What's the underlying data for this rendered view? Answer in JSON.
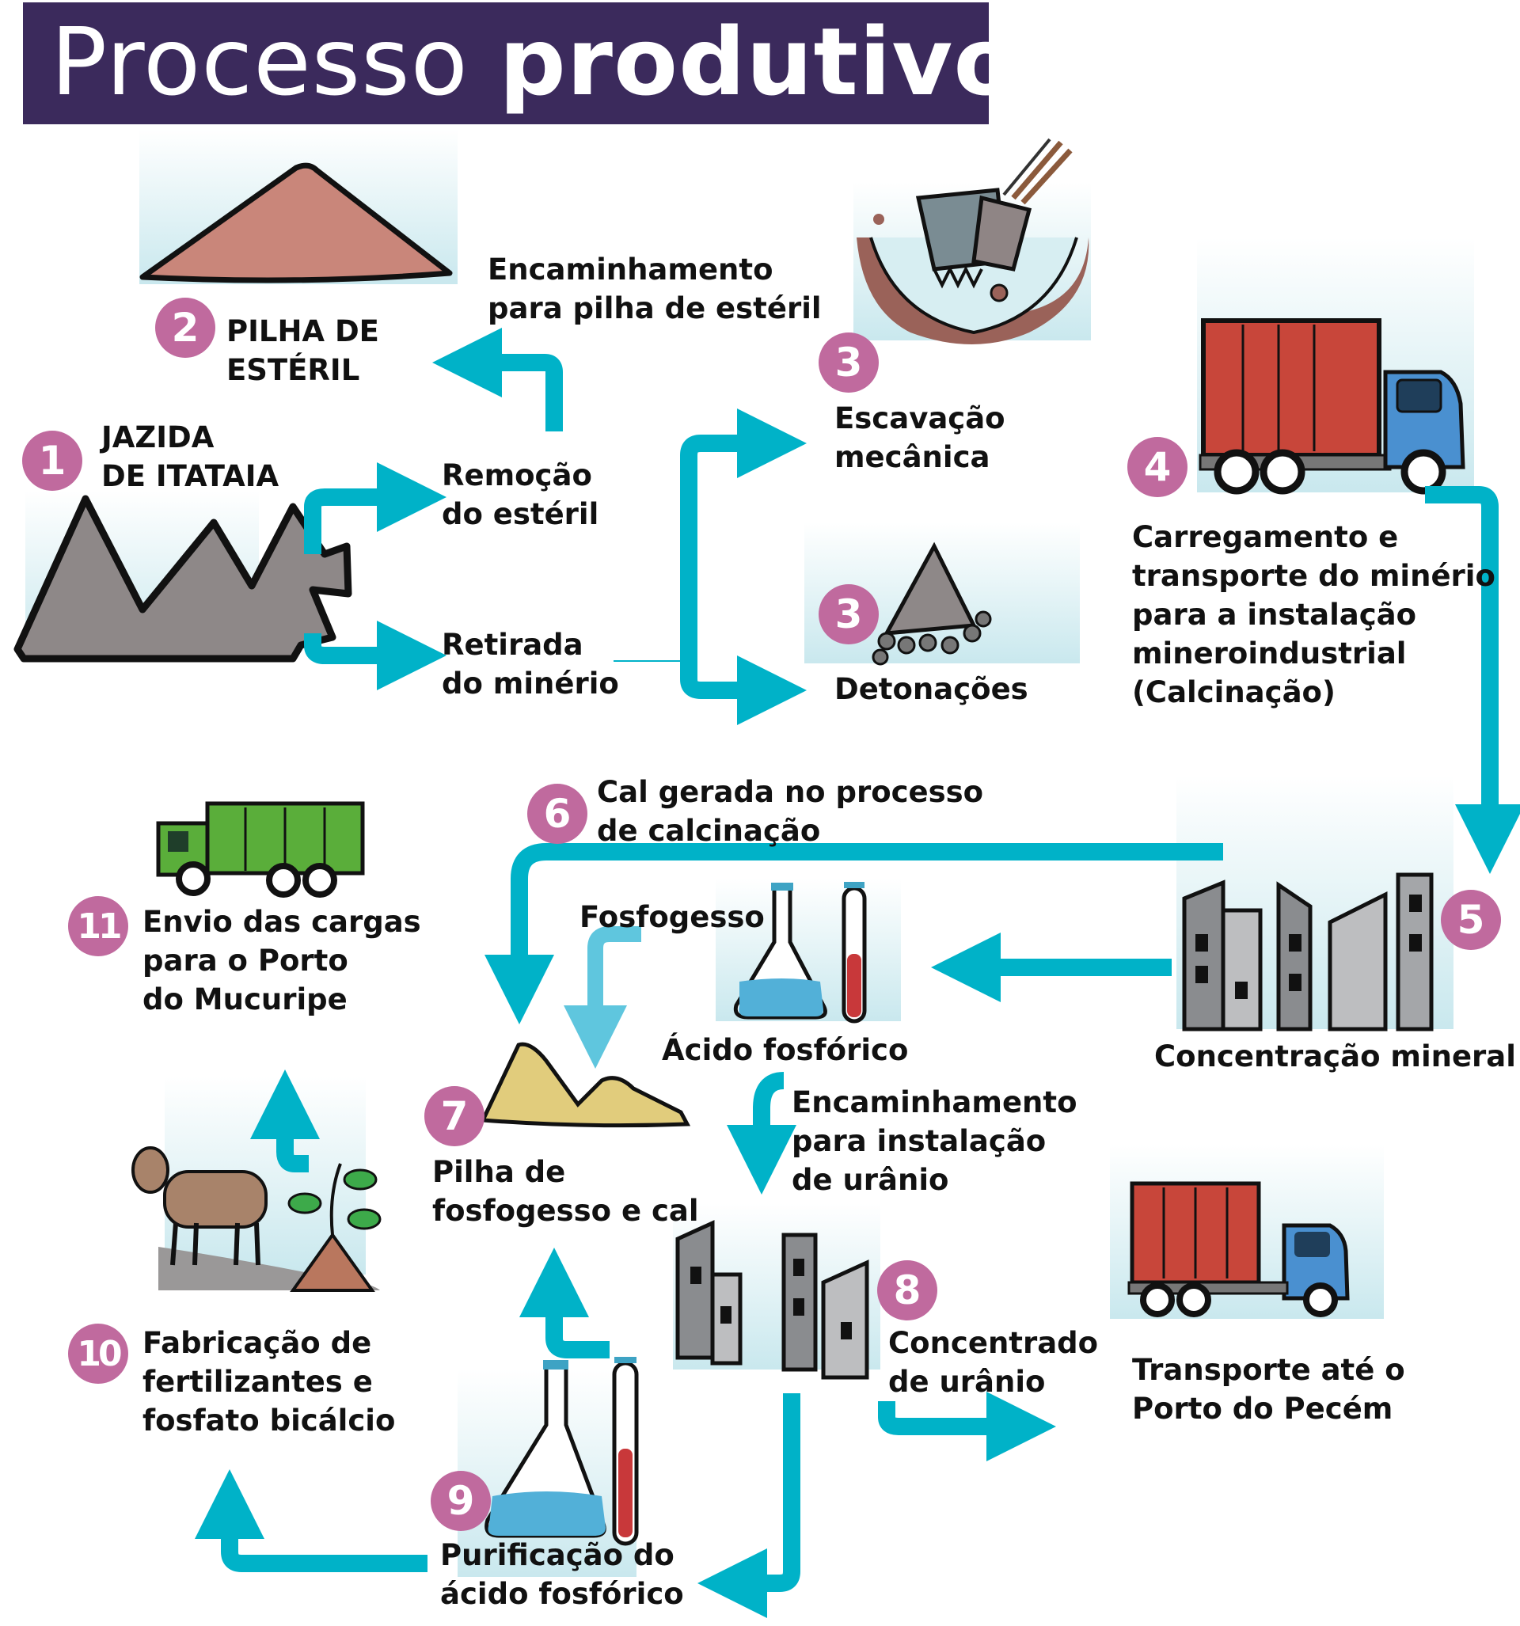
{
  "title": {
    "light": "Processo ",
    "bold": "produtivo"
  },
  "colors": {
    "title_bar": "#3B2A5C",
    "badge": "#C06A9E",
    "arrow": "#00B2C8",
    "arrow_light": "#5FC6DE"
  },
  "steps": [
    {
      "number": "1",
      "label": "JAZIDA\nDE ITATAIA",
      "icon": "mountain-icon"
    },
    {
      "number": "2",
      "label": "PILHA DE\nESTÉRIL",
      "icon": "waste-pile-icon"
    },
    {
      "number": "3",
      "label": "Escavação\nmecânica",
      "icon": "excavator-bucket-icon"
    },
    {
      "number": "3",
      "label": "Detonações",
      "icon": "rock-rubble-icon"
    },
    {
      "number": "4",
      "label": "Carregamento e\ntransporte do minério\npara a instalação\nmineroindustrial\n(Calcinação)",
      "icon": "red-truck-icon"
    },
    {
      "number": "5",
      "label": "Concentração mineral",
      "icon": "industrial-plant-icon"
    },
    {
      "number": "6",
      "label": "Cal gerada no processo\nde calcinação"
    },
    {
      "number": "7",
      "label": "Pilha de\nfosfogesso e cal",
      "icon": "yellow-pile-icon"
    },
    {
      "number": "8",
      "label": "Concentrado\nde urânio",
      "icon": "industrial-plant-icon"
    },
    {
      "number": "9",
      "label": "Purificação do\nácido fosfórico",
      "icon": "lab-flask-icon"
    },
    {
      "number": "10",
      "label": "Fabricação de\nfertilizantes e\nfosfato bicálcio",
      "icon": "cow-plant-icon"
    },
    {
      "number": "11",
      "label": "Envio das cargas\npara o Porto\ndo Mucuripe",
      "icon": "green-truck-icon"
    }
  ],
  "flow_labels": {
    "encaminhamento_esteril": "Encaminhamento\npara pilha de estéril",
    "remocao": "Remoção\ndo estéril",
    "retirada": "Retirada\ndo minério",
    "fosfogesso": "Fosfogesso",
    "acido_fosforico": "Ácido fosfórico",
    "encaminhamento_uranio": "Encaminhamento\npara instalação\nde urânio",
    "transporte_pecem": "Transporte até o\nPorto do Pecém"
  }
}
